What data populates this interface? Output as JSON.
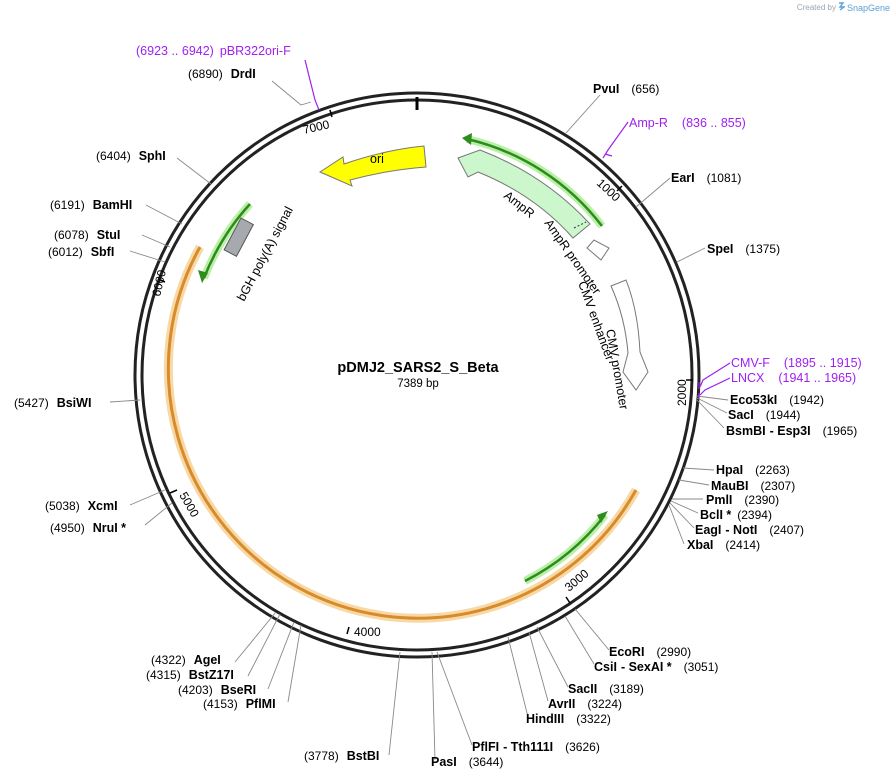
{
  "credit": {
    "prefix": "Created by",
    "brand": "SnapGene"
  },
  "plasmid": {
    "name": "pDMJ2_SARS2_S_Beta",
    "length_label": "7389 bp"
  },
  "ticks": [
    "1000",
    "2000",
    "3000",
    "4000",
    "5000",
    "6000",
    "7000"
  ],
  "features": {
    "ori": "ori",
    "ampr": "AmpR",
    "ampr_promoter": "AmpR promoter",
    "cmv_enhancer": "CMV enhancer",
    "cmv_promoter": "CMV promoter",
    "bgh": "bGH poly(A) signal"
  },
  "primers": [
    {
      "name": "pBR322ori-F",
      "range": "(6923 .. 6942)"
    },
    {
      "name": "Amp-R",
      "range": "(836 .. 855)"
    },
    {
      "name": "CMV-F",
      "range": "(1895 .. 1915)"
    },
    {
      "name": "LNCX",
      "range": "(1941 .. 1965)"
    }
  ],
  "sites": [
    {
      "name": "DrdI",
      "pos": "(6890)"
    },
    {
      "name": "SphI",
      "pos": "(6404)"
    },
    {
      "name": "BamHI",
      "pos": "(6191)"
    },
    {
      "name": "StuI",
      "pos": "(6078)"
    },
    {
      "name": "SbfI",
      "pos": "(6012)"
    },
    {
      "name": "BsiWI",
      "pos": "(5427)"
    },
    {
      "name": "XcmI",
      "pos": "(5038)"
    },
    {
      "name": "NruI *",
      "pos": "(4950)"
    },
    {
      "name": "AgeI",
      "pos": "(4322)"
    },
    {
      "name": "BstZ17I",
      "pos": "(4315)"
    },
    {
      "name": "BseRI",
      "pos": "(4203)"
    },
    {
      "name": "PflMI",
      "pos": "(4153)"
    },
    {
      "name": "BstBI",
      "pos": "(3778)"
    },
    {
      "name": "PasI",
      "pos": "(3644)"
    },
    {
      "name": "PflFI",
      "name2": "Tth111I",
      "pos": "(3626)"
    },
    {
      "name": "HindIII",
      "pos": "(3322)"
    },
    {
      "name": "AvrII",
      "pos": "(3224)"
    },
    {
      "name": "SacII",
      "pos": "(3189)"
    },
    {
      "name": "CsiI",
      "name2": "SexAI *",
      "pos": "(3051)"
    },
    {
      "name": "EcoRI",
      "pos": "(2990)"
    },
    {
      "name": "PvuI",
      "pos": "(656)"
    },
    {
      "name": "EarI",
      "pos": "(1081)"
    },
    {
      "name": "SpeI",
      "pos": "(1375)"
    },
    {
      "name": "Eco53kI",
      "pos": "(1942)"
    },
    {
      "name": "SacI",
      "pos": "(1944)"
    },
    {
      "name": "BsmBI",
      "name2": "Esp3I",
      "pos": "(1965)"
    },
    {
      "name": "HpaI",
      "pos": "(2263)"
    },
    {
      "name": "MauBI",
      "pos": "(2307)"
    },
    {
      "name": "PmlI",
      "pos": "(2390)"
    },
    {
      "name": "BclI *",
      "pos": "(2394)"
    },
    {
      "name": "EagI",
      "name2": "NotI",
      "pos": "(2407)"
    },
    {
      "name": "XbaI",
      "pos": "(2414)"
    }
  ]
}
